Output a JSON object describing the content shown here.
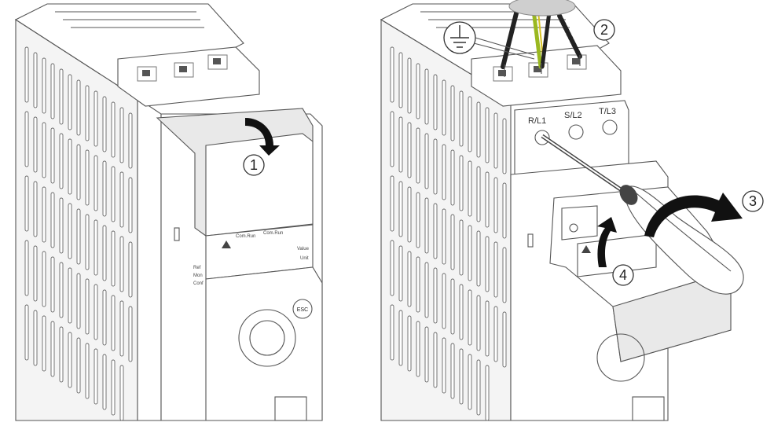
{
  "steps": {
    "s1": "1",
    "s2": "2",
    "s3": "3",
    "s4": "4"
  },
  "terminals": {
    "t1": "R/L1",
    "t2": "S/L2",
    "t3": "T/L3"
  },
  "keypad": {
    "esc": "ESC"
  },
  "panel_labels": {
    "comm1": "Com.Run",
    "comm2": "Com.Run",
    "value": "Value",
    "unit": "Unit",
    "ref": "Ref",
    "mon": "Mon",
    "conf": "Conf"
  },
  "icons": {
    "earth": "earth-ground-icon",
    "rotate": "rotation-arrow-icon"
  }
}
